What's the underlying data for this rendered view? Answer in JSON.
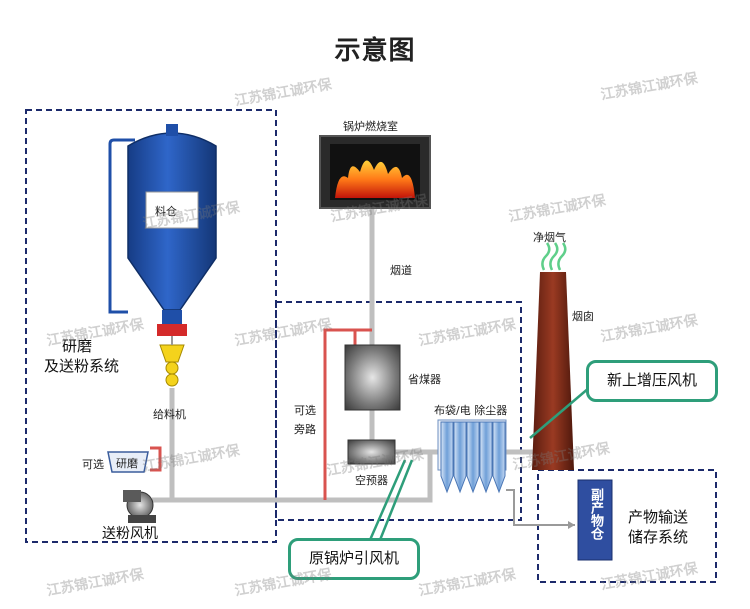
{
  "title": "示意图",
  "labels": {
    "grinding_system": "研磨\n及送粉系统",
    "grinding_line1": "研磨",
    "grinding_line2": "及送粉系统",
    "silo": "料仓",
    "feeder": "给料机",
    "optional": "可选",
    "mill": "研磨",
    "powder_fan": "送粉风机",
    "boiler": "锅炉燃烧室",
    "flue": "烟道",
    "optional_bypass_1": "可选",
    "optional_bypass_2": "旁路",
    "economizer": "省煤器",
    "air_preheater": "空预器",
    "dust_collector": "布袋/电 除尘器",
    "clean_gas": "净烟气",
    "chimney": "烟囱",
    "byproduct_silo": "副产物仓",
    "byproduct_system_1": "产物输送",
    "byproduct_system_2": "储存系统"
  },
  "callouts": {
    "new_booster_fan": "新上增压风机",
    "original_id_fan": "原锅炉引风机"
  },
  "watermark": "江苏锦江诚环保",
  "colors": {
    "silo_blue": "#1f4fa8",
    "dashed_border": "#1c2a6b",
    "pipe_gray": "#bfbfbf",
    "bypass_red": "#d9534f",
    "callout_green": "#2e9e7a",
    "chimney_brown": "#7a2b1a",
    "feeder_yellow": "#f4d31c"
  }
}
